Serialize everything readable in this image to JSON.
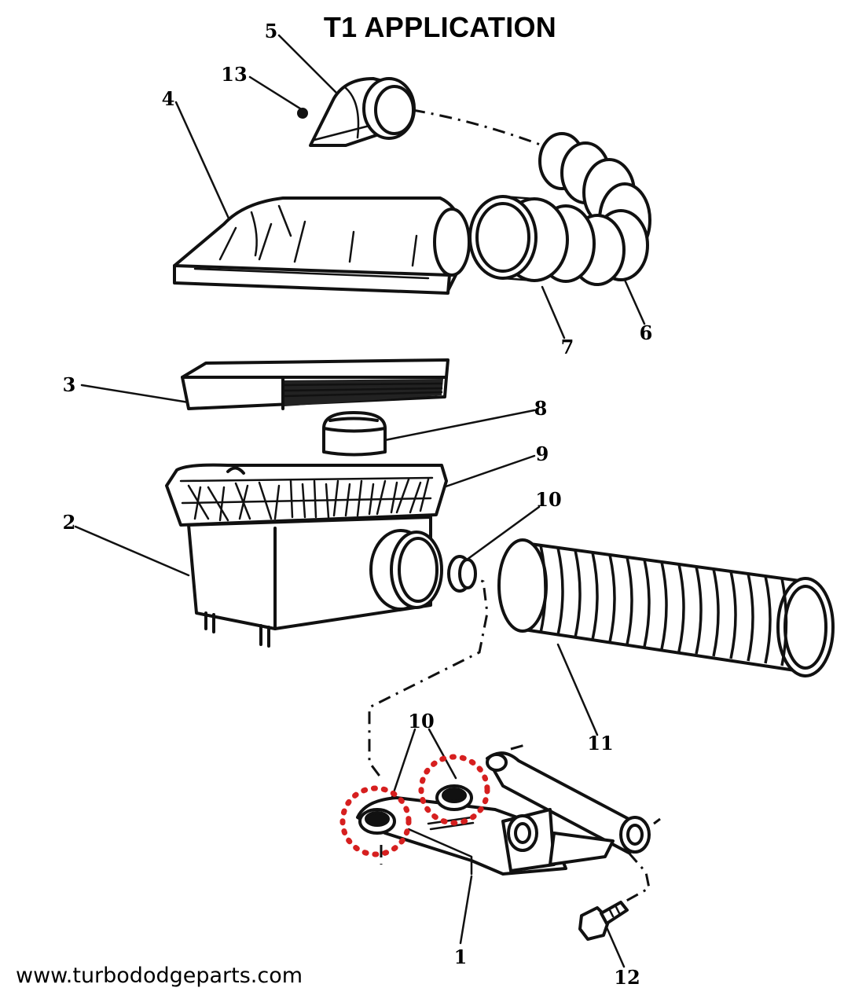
{
  "diagram": {
    "title": "T1 APPLICATION",
    "footer": "www.turbododgeparts.com",
    "callouts": [
      {
        "id": "c5",
        "text": "5"
      },
      {
        "id": "c13",
        "text": "13"
      },
      {
        "id": "c4",
        "text": "4"
      },
      {
        "id": "c7",
        "text": "7"
      },
      {
        "id": "c6",
        "text": "6"
      },
      {
        "id": "c3",
        "text": "3"
      },
      {
        "id": "c8",
        "text": "8"
      },
      {
        "id": "c9",
        "text": "9"
      },
      {
        "id": "c10a",
        "text": "10"
      },
      {
        "id": "c2",
        "text": "2"
      },
      {
        "id": "c11",
        "text": "11"
      },
      {
        "id": "c10b",
        "text": "10"
      },
      {
        "id": "c1",
        "text": "1"
      },
      {
        "id": "c12",
        "text": "12"
      }
    ],
    "highlight_color": "#d61f1f"
  }
}
